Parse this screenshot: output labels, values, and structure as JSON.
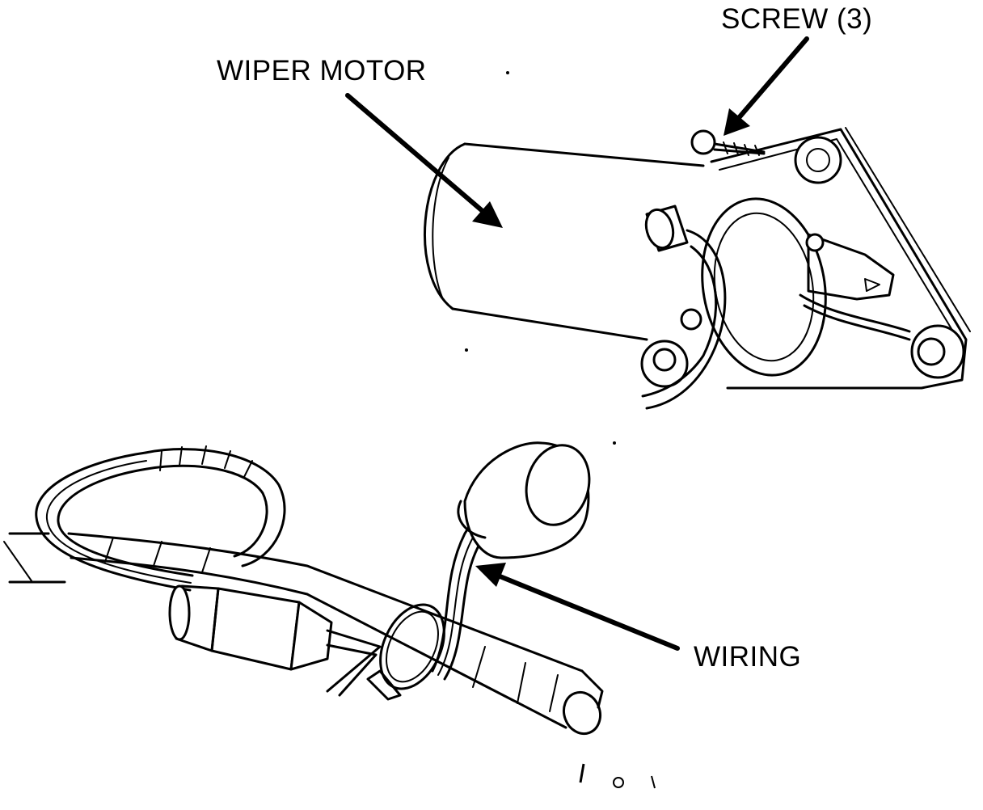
{
  "labels": {
    "wiper_motor": "WIPER MOTOR",
    "screw": "SCREW (3)",
    "wiring": "WIRING"
  },
  "colors": {
    "ink": "#000000",
    "paper": "#ffffff"
  }
}
